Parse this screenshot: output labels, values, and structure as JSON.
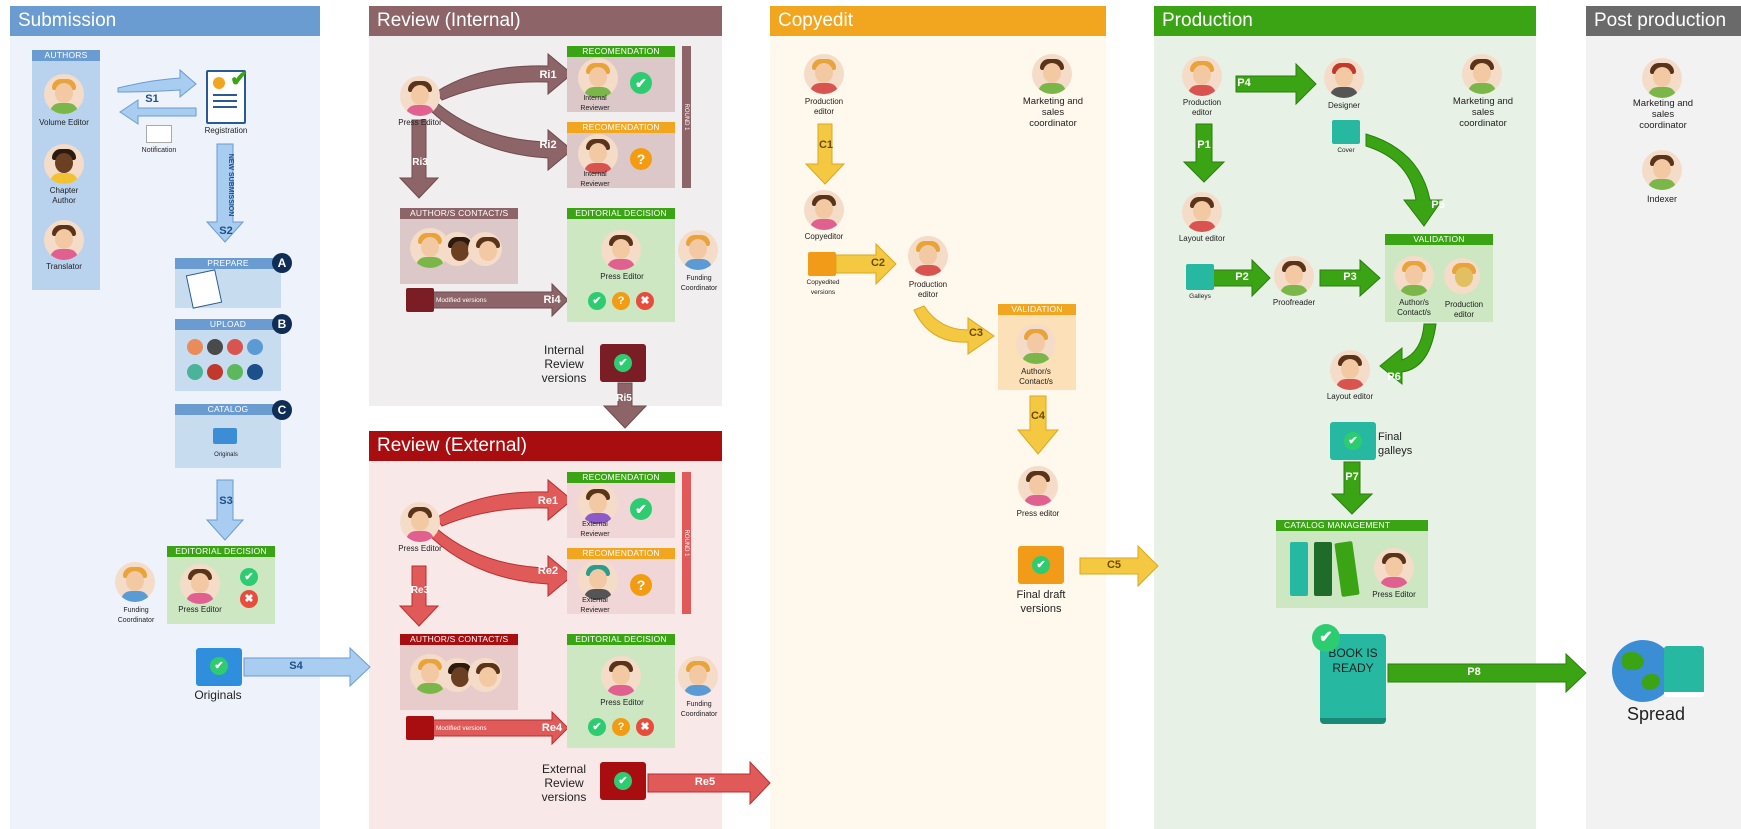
{
  "lanes": {
    "submission": "Submission",
    "review_internal": "Review (Internal)",
    "copyedit": "Copyedit",
    "production": "Production",
    "post_production": "Post production",
    "review_external": "Review (External)"
  },
  "colors": {
    "submission": "#6a9bd1",
    "submission_bg": "#eef3fb",
    "review_int": "#8d6468",
    "review_int_bg": "#f0eeee",
    "copyedit": "#f2a51e",
    "copyedit_bg": "#fff8ec",
    "production": "#3aa414",
    "production_bg": "#e8f1e6",
    "post": "#6a6a6a",
    "post_bg": "#f2f2f2",
    "review_ext": "#a80d0f",
    "review_ext_bg": "#f8e8e8"
  },
  "submission": {
    "authors_header": "AUTHORS",
    "volume_editor": "Volume Editor",
    "chapter_author": "Chapter Author",
    "translator": "Translator",
    "registration": "Registration",
    "notification": "Notification",
    "new_submission": "NEW SUBMISSION",
    "prepare": "PREPARE",
    "upload": "UPLOAD",
    "catalog": "CATALOG",
    "badge_a": "A",
    "badge_b": "B",
    "badge_c": "C",
    "originals_small": "Originals",
    "editorial_decision": "EDITORIAL DECISION",
    "funding_coordinator": "Funding Coordinator",
    "press_editor": "Press Editor",
    "originals": "Originals",
    "s1": "S1",
    "s2": "S2",
    "s3": "S3",
    "s4": "S4"
  },
  "review_internal": {
    "press_editor": "Press Editor",
    "recommendation": "RECOMENDATION",
    "internal_reviewer": "Internal Reviewer",
    "round": "ROUND 1",
    "authors_contacts": "AUTHOR/S CONTACT/S",
    "editorial_decision": "EDITORIAL DECISION",
    "press_editor2": "Press Editor",
    "funding_coordinator": "Funding Coordinator",
    "modified_versions": "Modified versions",
    "review_versions": "Internal Review versions",
    "ri1": "Ri1",
    "ri2": "Ri2",
    "ri3": "Ri3",
    "ri4": "Ri4",
    "ri5": "Ri5"
  },
  "review_external": {
    "press_editor": "Press Editor",
    "recommendation": "RECOMENDATION",
    "external_reviewer": "External Reviewer",
    "round": "ROUND 1",
    "authors_contacts": "AUTHOR/S CONTACT/S",
    "editorial_decision": "EDITORIAL DECISION",
    "press_editor2": "Press Editor",
    "funding_coordinator": "Funding Coordinator",
    "modified_versions": "Modified versions",
    "review_versions": "External Review versions",
    "re1": "Re1",
    "re2": "Re2",
    "re3": "Re3",
    "re4": "Re4",
    "re5": "Re5"
  },
  "copyedit": {
    "production_editor": "Production editor",
    "marketing": "Marketing and sales coordinator",
    "copyeditor": "Copyeditor",
    "copyedited_versions": "Copyedited versions",
    "production_editor2": "Production editor",
    "validation": "VALIDATION",
    "authors_contacts": "Author/s Contact/s",
    "press_editor": "Press editor",
    "final_draft": "Final draft versions",
    "c1": "C1",
    "c2": "C2",
    "c3": "C3",
    "c4": "C4",
    "c5": "C5"
  },
  "production": {
    "production_editor": "Production editor",
    "designer": "Designer",
    "marketing": "Marketing and sales coordinator",
    "cover": "Cover",
    "layout_editor": "Layout editor",
    "galleys": "Galleys",
    "proofreader": "Proofreader",
    "validation": "VALIDATION",
    "authors_contacts": "Author/s Contact/s",
    "production_editor2": "Production editor",
    "layout_editor2": "Layout editor",
    "final_galleys": "Final galleys",
    "catalog_management": "CATALOG MANAGEMENT",
    "press_editor": "Press Editor",
    "book_ready": "BOOK IS READY",
    "p1": "P1",
    "p2": "P2",
    "p3": "P3",
    "p4": "P4",
    "p5": "P5",
    "p6": "P6",
    "p7": "P7",
    "p8": "P8"
  },
  "post": {
    "marketing": "Marketing and sales coordinator",
    "indexer": "Indexer",
    "spread": "Spread"
  }
}
